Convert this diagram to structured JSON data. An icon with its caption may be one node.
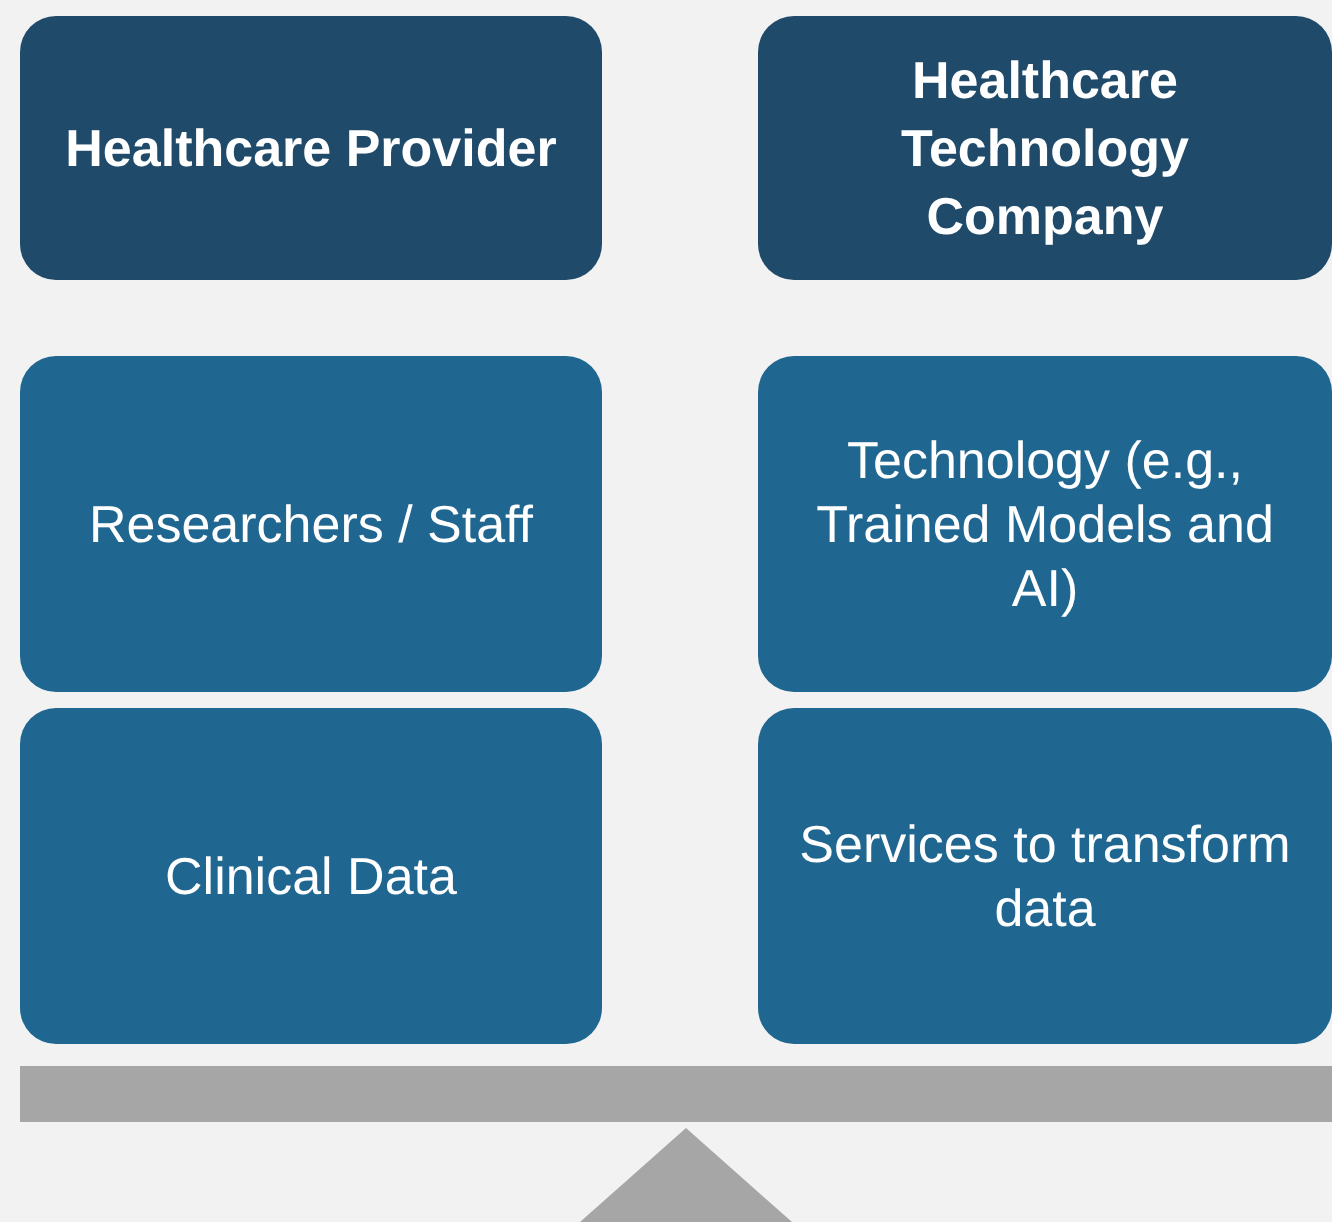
{
  "diagram": {
    "nodes": [
      {
        "text": [
          "Healthcare Provider"
        ]
      },
      {
        "text": [
          "Healthcare Technology Company"
        ]
      },
      {
        "text": [
          "Researchers / Staff"
        ]
      },
      {
        "text": [
          "Technology (e.g., Trained Models and AI)"
        ]
      },
      {
        "text": [
          "Clinical Data"
        ]
      },
      {
        "text": [
          "Services to transform data"
        ]
      }
    ]
  }
}
